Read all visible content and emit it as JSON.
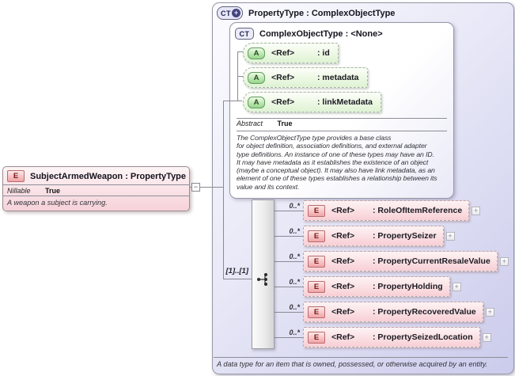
{
  "diagram": {
    "colors": {
      "lavender_fill": "#cbcbec",
      "pink_fill": "#f7cfd5",
      "green_fill": "#dff3d4",
      "bar_gray": "#d9d9d9",
      "connector_line": "#8a8a95"
    },
    "element_box": {
      "icon": "E",
      "title": "SubjectArmedWeapon : PropertyType",
      "facet_label": "Nillable",
      "facet_value": "True",
      "annotation": "A weapon a subject is carrying."
    },
    "connector": {
      "collapse_glyph": "−",
      "cardinality": "[1]..[1]"
    },
    "type_box": {
      "icon": "CT",
      "expand_glyph": "+",
      "title": "PropertyType : ComplexObjectType",
      "annotation": "A data type for an item that is owned, possessed, or otherwise acquired by an entity.",
      "base_type_box": {
        "icon": "CT",
        "title": "ComplexObjectType : <None>",
        "attributes": [
          {
            "icon": "A",
            "ref": "<Ref>",
            "name": ": id"
          },
          {
            "icon": "A",
            "ref": "<Ref>",
            "name": ": metadata"
          },
          {
            "icon": "A",
            "ref": "<Ref>",
            "name": ": linkMetadata"
          }
        ],
        "facet_label": "Abstract",
        "facet_value": "True",
        "annotation_lines": [
          "The ComplexObjectType type provides a base class",
          "for object definition, association definitions, and external adapter",
          "type definitions. An instance of one of these types may have an ID.",
          "It may have metadata as it establishes the existence of an object",
          "(maybe a conceptual object). It may also have link metadata, as an",
          "element of one of these types establishes a relationship between its",
          "value and its context."
        ]
      },
      "sequence_elements": [
        {
          "icon": "E",
          "occurs": "0..*",
          "ref": "<Ref>",
          "name": ": RoleOfItemReference",
          "expand": "+"
        },
        {
          "icon": "E",
          "occurs": "0..*",
          "ref": "<Ref>",
          "name": ": PropertySeizer",
          "expand": "+"
        },
        {
          "icon": "E",
          "occurs": "0..*",
          "ref": "<Ref>",
          "name": ": PropertyCurrentResaleValue",
          "expand": "+"
        },
        {
          "icon": "E",
          "occurs": "0..*",
          "ref": "<Ref>",
          "name": ": PropertyHolding",
          "expand": "+"
        },
        {
          "icon": "E",
          "occurs": "0..*",
          "ref": "<Ref>",
          "name": ": PropertyRecoveredValue",
          "expand": "+"
        },
        {
          "icon": "E",
          "occurs": "0..*",
          "ref": "<Ref>",
          "name": ": PropertySeizedLocation",
          "expand": "+"
        }
      ]
    }
  }
}
